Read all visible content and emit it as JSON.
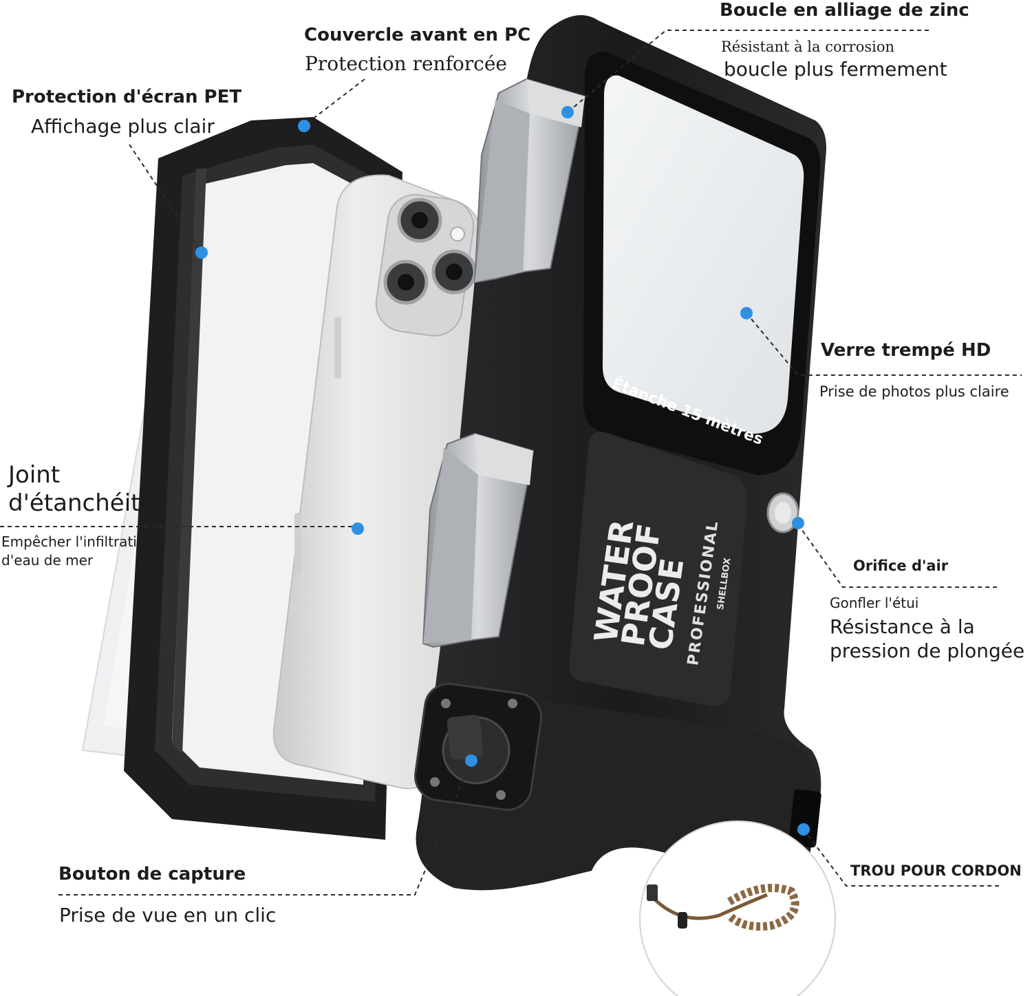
{
  "callouts": {
    "boucle": {
      "title": "Boucle en alliage de zinc",
      "line1": "Résistant à la corrosion",
      "line2": "boucle plus fermement"
    },
    "couvercle": {
      "title": "Couvercle avant en PC",
      "subtitle": "Protection renforcée"
    },
    "protection": {
      "title": "Protection d'écran PET",
      "subtitle": "Affichage plus clair"
    },
    "verre": {
      "title": "Verre trempé HD",
      "subtitle": "Prise de photos plus claire"
    },
    "joint": {
      "title_line1": "Joint",
      "title_line2": "d'étanchéité",
      "sub_line1": "Empêcher l'infiltration",
      "sub_line2": "d'eau de mer"
    },
    "orifice": {
      "title": "Orifice d'air",
      "line1": "Gonfler l'étui",
      "line2": "Résistance à la",
      "line3": "pression de plongée"
    },
    "bouton": {
      "title": "Bouton de capture",
      "subtitle": "Prise de vue en un clic"
    },
    "trou": {
      "title": "TROU POUR CORDON"
    }
  },
  "product": {
    "window_text": "Étanche 15 mètres",
    "logo_lines": [
      "WATER",
      "PROOF",
      "CASE"
    ],
    "logo_vertical": "PROFESSIONAL",
    "brand": "SHELLBOX"
  },
  "colors": {
    "marker": "#2f8fe3",
    "case": "#1d1d1f",
    "metal": "#b9bcc0"
  }
}
